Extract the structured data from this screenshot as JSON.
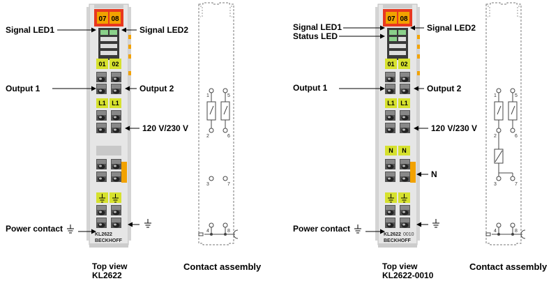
{
  "left": {
    "labels": {
      "signal_led1": "Signal LED1",
      "signal_led2": "Signal LED2",
      "output1": "Output 1",
      "output2": "Output 2",
      "voltage": "120 V/230 V",
      "power_contact": "Power contact"
    },
    "caption": {
      "line1": "Top view",
      "line2": "KL2622"
    },
    "terminal": {
      "led_top": [
        "07",
        "08"
      ],
      "led_mid": [
        "01",
        "02"
      ],
      "led_l": [
        "L1",
        "L1"
      ],
      "model": "KL2622",
      "brand": "BECKHOFF"
    }
  },
  "right": {
    "labels": {
      "signal_led1": "Signal LED1",
      "status_led": "Status LED",
      "signal_led2": "Signal LED2",
      "output1": "Output 1",
      "output2": "Output 2",
      "voltage": "120 V/230 V",
      "n": "N",
      "power_contact": "Power contact"
    },
    "caption": {
      "line1": "Top view",
      "line2": "KL2622-0010"
    },
    "terminal": {
      "led_top": [
        "07",
        "08"
      ],
      "led_mid": [
        "01",
        "02"
      ],
      "led_l": [
        "L1",
        "L1"
      ],
      "led_n": [
        "N",
        "N"
      ],
      "model": "KL2622",
      "model_suffix": "0010",
      "brand": "BECKHOFF"
    }
  },
  "contact_assembly": {
    "label": "Contact assembly",
    "pins_top": [
      "1",
      "5"
    ],
    "pins_mid": [
      "2",
      "6"
    ],
    "pins_3": [
      "3",
      "7"
    ],
    "pins_bot": [
      "4",
      "8"
    ]
  },
  "colors": {
    "led_red": "#e8381f",
    "label_yellow": "#d6e12e",
    "contact_orange": "#f2a200",
    "housing": "#e6e6e6"
  }
}
